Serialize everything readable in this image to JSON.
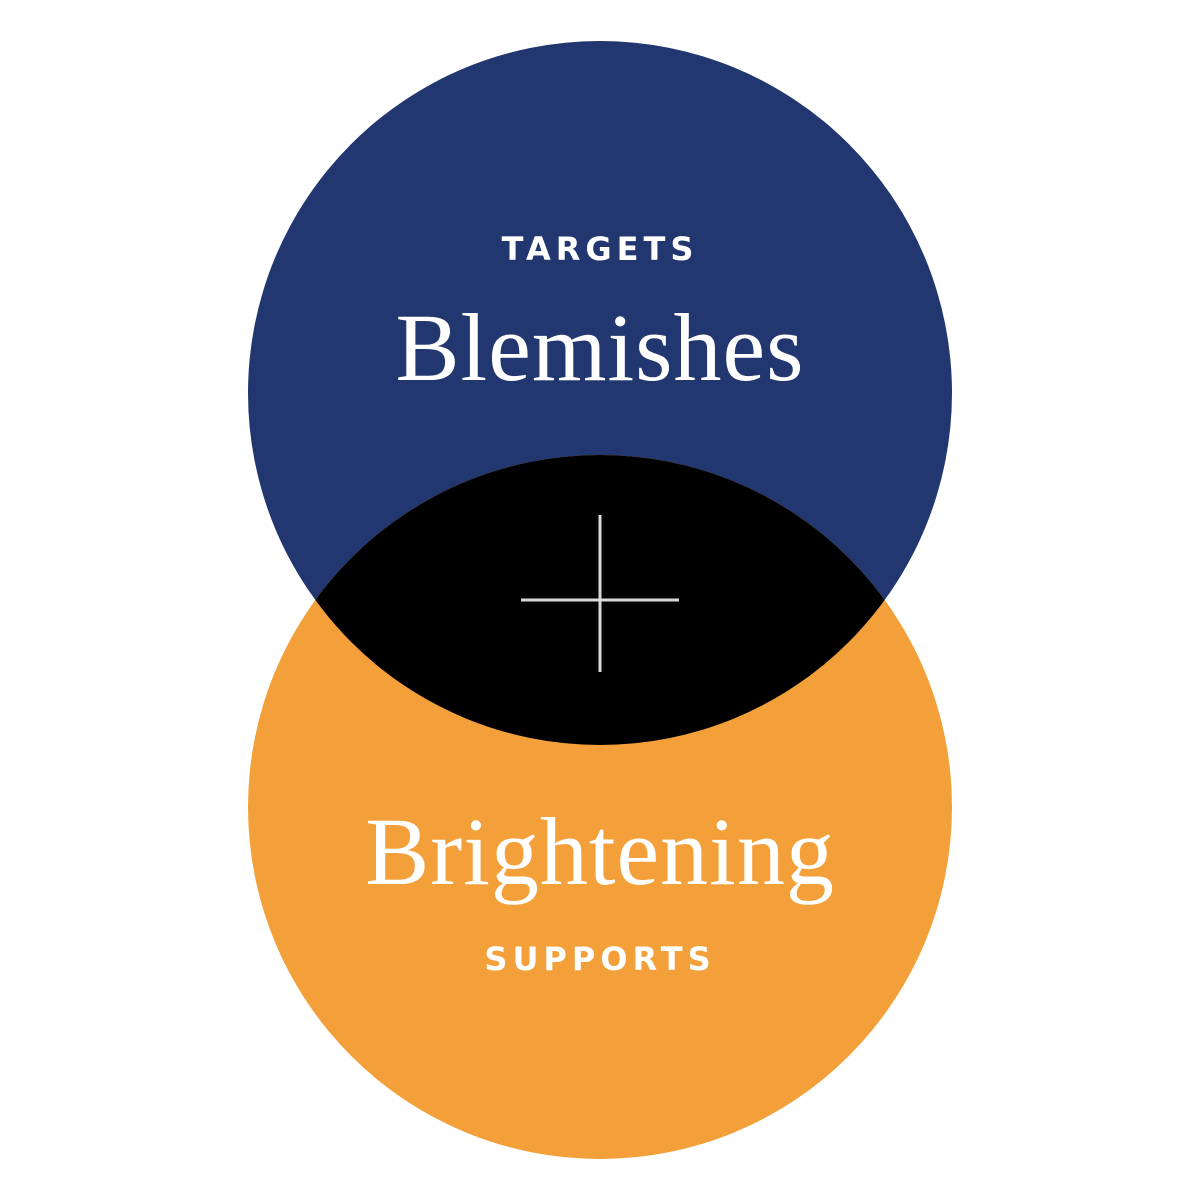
{
  "top_circle": {
    "eyebrow": "TARGETS",
    "headline": "Blemishes",
    "color": "#22376F"
  },
  "bottom_circle": {
    "eyebrow": "SUPPORTS",
    "headline": "Brightening",
    "color": "#F4A03A"
  },
  "overlap": {
    "color": "#000000",
    "icon": "plus-icon",
    "icon_color": "#D9D9D9"
  }
}
